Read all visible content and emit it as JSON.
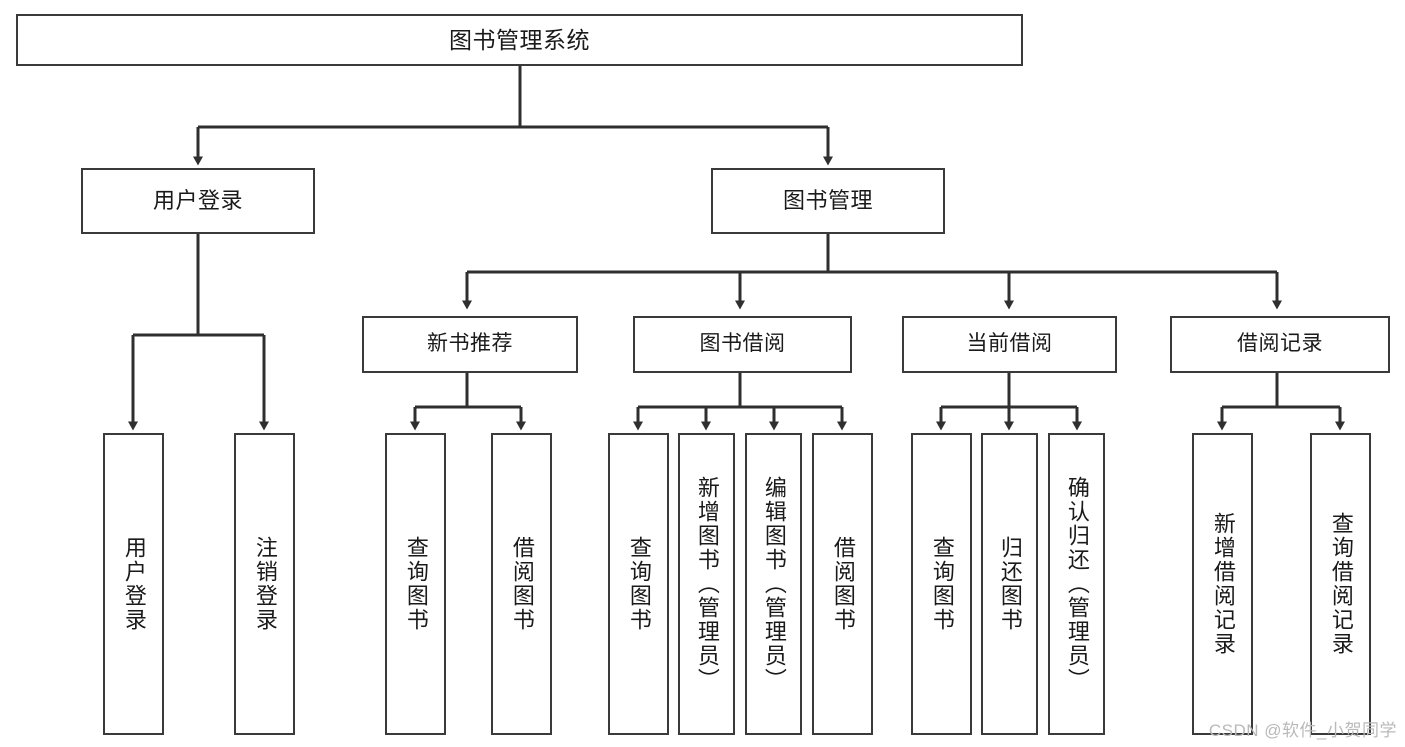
{
  "diagram": {
    "title": "图书管理系统",
    "type": "tree-hierarchy-diagram",
    "colors": {
      "box_border": "#3a3a3a",
      "box_fill": "#ffffff",
      "edge": "#2f2f2f",
      "text": "#1a1a1a",
      "watermark": "#b9b9b9",
      "background": "#ffffff"
    },
    "root": {
      "label": "图书管理系统"
    },
    "level1": [
      {
        "id": "user-login",
        "label": "用户登录"
      },
      {
        "id": "book-management",
        "label": "图书管理"
      }
    ],
    "level2": [
      {
        "id": "new-book-recommend",
        "label": "新书推荐",
        "parent": "book-management"
      },
      {
        "id": "book-borrow",
        "label": "图书借阅",
        "parent": "book-management"
      },
      {
        "id": "current-borrow",
        "label": "当前借阅",
        "parent": "book-management"
      },
      {
        "id": "borrow-record",
        "label": "借阅记录",
        "parent": "book-management"
      }
    ],
    "leaves": [
      {
        "id": "leaf-user-login",
        "label": "用户登录",
        "parent": "user-login"
      },
      {
        "id": "leaf-logout-login",
        "label": "注销登录",
        "parent": "user-login"
      },
      {
        "id": "leaf-query-book-1",
        "label": "查询图书",
        "parent": "new-book-recommend"
      },
      {
        "id": "leaf-borrow-book-1",
        "label": "借阅图书",
        "parent": "new-book-recommend"
      },
      {
        "id": "leaf-query-book-2",
        "label": "查询图书",
        "parent": "book-borrow"
      },
      {
        "id": "leaf-add-book",
        "label": "新增图书（管理员）",
        "parent": "book-borrow"
      },
      {
        "id": "leaf-edit-book",
        "label": "编辑图书（管理员）",
        "parent": "book-borrow"
      },
      {
        "id": "leaf-borrow-book-2",
        "label": "借阅图书",
        "parent": "book-borrow"
      },
      {
        "id": "leaf-query-book-3",
        "label": "查询图书",
        "parent": "current-borrow"
      },
      {
        "id": "leaf-return-book",
        "label": "归还图书",
        "parent": "current-borrow"
      },
      {
        "id": "leaf-confirm-return",
        "label": "确认归还（管理员）",
        "parent": "current-borrow"
      },
      {
        "id": "leaf-add-record",
        "label": "新增借阅记录",
        "parent": "borrow-record"
      },
      {
        "id": "leaf-query-record",
        "label": "查询借阅记录",
        "parent": "borrow-record"
      }
    ],
    "watermark": "CSDN @软件_小贺同学"
  }
}
